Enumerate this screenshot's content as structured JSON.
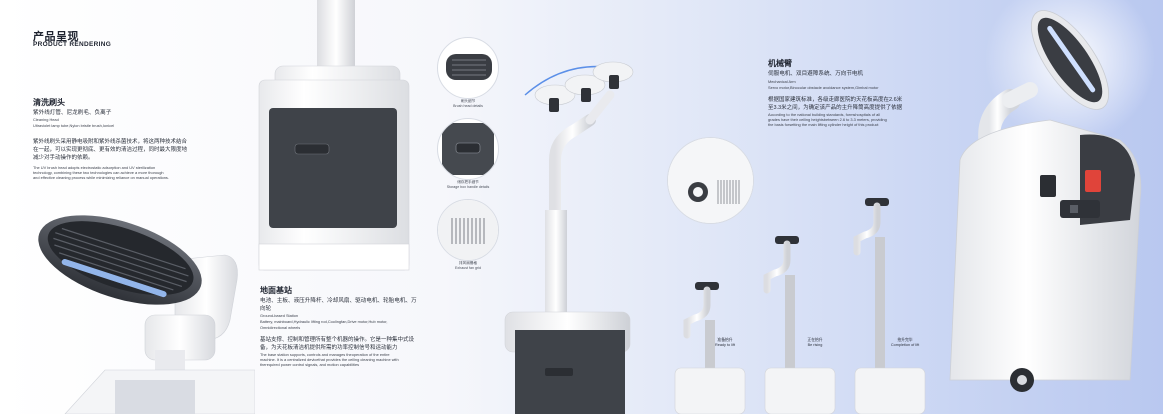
{
  "header": {
    "title_cn": "产品呈现",
    "title_en": "PRODUCT RENDERING"
  },
  "cleaning_head": {
    "title_cn": "清洗刷头",
    "subtitle_cn": "紫外线灯管、尼龙刷毛、负离子",
    "title_en": "Cleaning Head",
    "subtitle_en": "Ultraviolet lamp tube,Nylon bristle brush,Ionicel",
    "para_cn_1": "紫外线刷头采用静电吸附和紫外线杀菌技术，将这两种技术结合",
    "para_cn_2": "在一起，可以实现更彻底、更有效的清洁过程，同时最大限度地",
    "para_cn_3": "减少对手动操作的依赖。",
    "para_en_1": "The UV brush head adopts electrostatic adsorption and UV sterilization",
    "para_en_2": "technology, combining these two technologies can achieve a more thorough",
    "para_en_3": "and effective cleaning process while minimizing reliance on manual operations."
  },
  "base_station": {
    "title_cn": "地面基站",
    "subtitle_cn_1": "电池、主板、液压升降杆、冷却风扇、驱动电机、轮胎电机、万",
    "subtitle_cn_2": "向轮",
    "title_en": "Ground-based Station",
    "subtitle_en_1": "Battery, mainboard,Hydraulic lifting rod,Coolingfan,Drive motor,Hub motor,",
    "subtitle_en_2": "Omnidirectional wheels",
    "para_cn_1": "基站支撑、控制和管理所有整个机器的操作。它是一种集中式设",
    "para_cn_2": "备，为天花板清洁机提供所需的功率控制信号和运动能力",
    "para_en_1": "The base station supports, controls and manages theoperation of the entire",
    "para_en_2": "machine. It is a centralized devicethat provides the ceiling cleaning machine with",
    "para_en_3": "therequired power control signals, and motion capabilities"
  },
  "mechanical_arm": {
    "title_cn": "机械臂",
    "subtitle_cn": "伺服电机、双目避障系统、万向节电机",
    "title_en": "Mechanical Arm",
    "subtitle_en": "Servo motor,Binocular obstacle avoidance system,Gimbal motor",
    "para_cn_1": "根据国家建筑标准，各级走廊医院的天花板高度在2.6米",
    "para_cn_2": "至3.3米之间，为确定该产品的主升降筒高度提供了依据",
    "para_en_1": "According to the national building standards, formshospitals of all",
    "para_en_2": "grades have their ceiling heightsbetween 2.6 to 3.3 meters, providing",
    "para_en_3": "the basis forsetting the main lifting cylinder height of this product"
  },
  "details": [
    {
      "caption_cn": "刷头细节",
      "caption_en": "Brush head details"
    },
    {
      "caption_cn": "储存把手细节",
      "caption_en": "Storage box handle details"
    },
    {
      "caption_cn": "排风扇栅格",
      "caption_en": "Exhaust fan grid"
    }
  ],
  "stages": [
    {
      "label_cn": "准备抬升",
      "label_en": "Ready to lift"
    },
    {
      "label_cn": "正在抬升",
      "label_en": "Be rising"
    },
    {
      "label_cn": "抬升完毕",
      "label_en": "Completion of lift"
    }
  ],
  "colors": {
    "accent_blue": "#5b8fe8",
    "machine_white": "#fbfbfc",
    "machine_dark": "#3d4148",
    "warning_red": "#e0443a"
  }
}
